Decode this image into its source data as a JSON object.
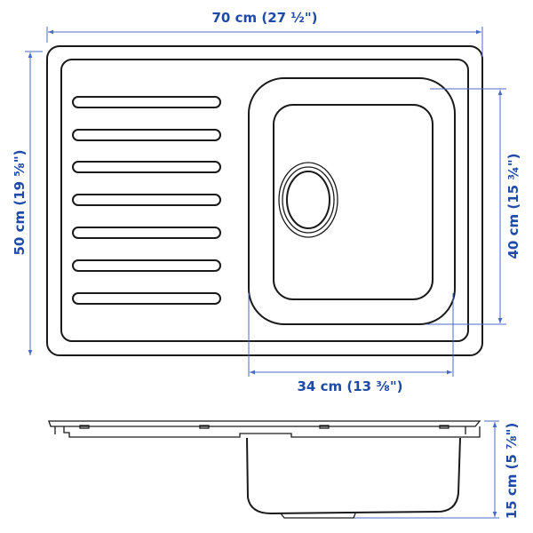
{
  "dimensions": {
    "width": "70 cm (27 ½\")",
    "depth": "50 cm (19 ⅝\")",
    "bowl_depth": "40 cm (15 ¾\")",
    "bowl_width": "34 cm (13 ⅜\")",
    "height": "15 cm (5 ⅞\")"
  },
  "colors": {
    "outline": "#1a1a1a",
    "dimension": "#1f4aa8"
  }
}
